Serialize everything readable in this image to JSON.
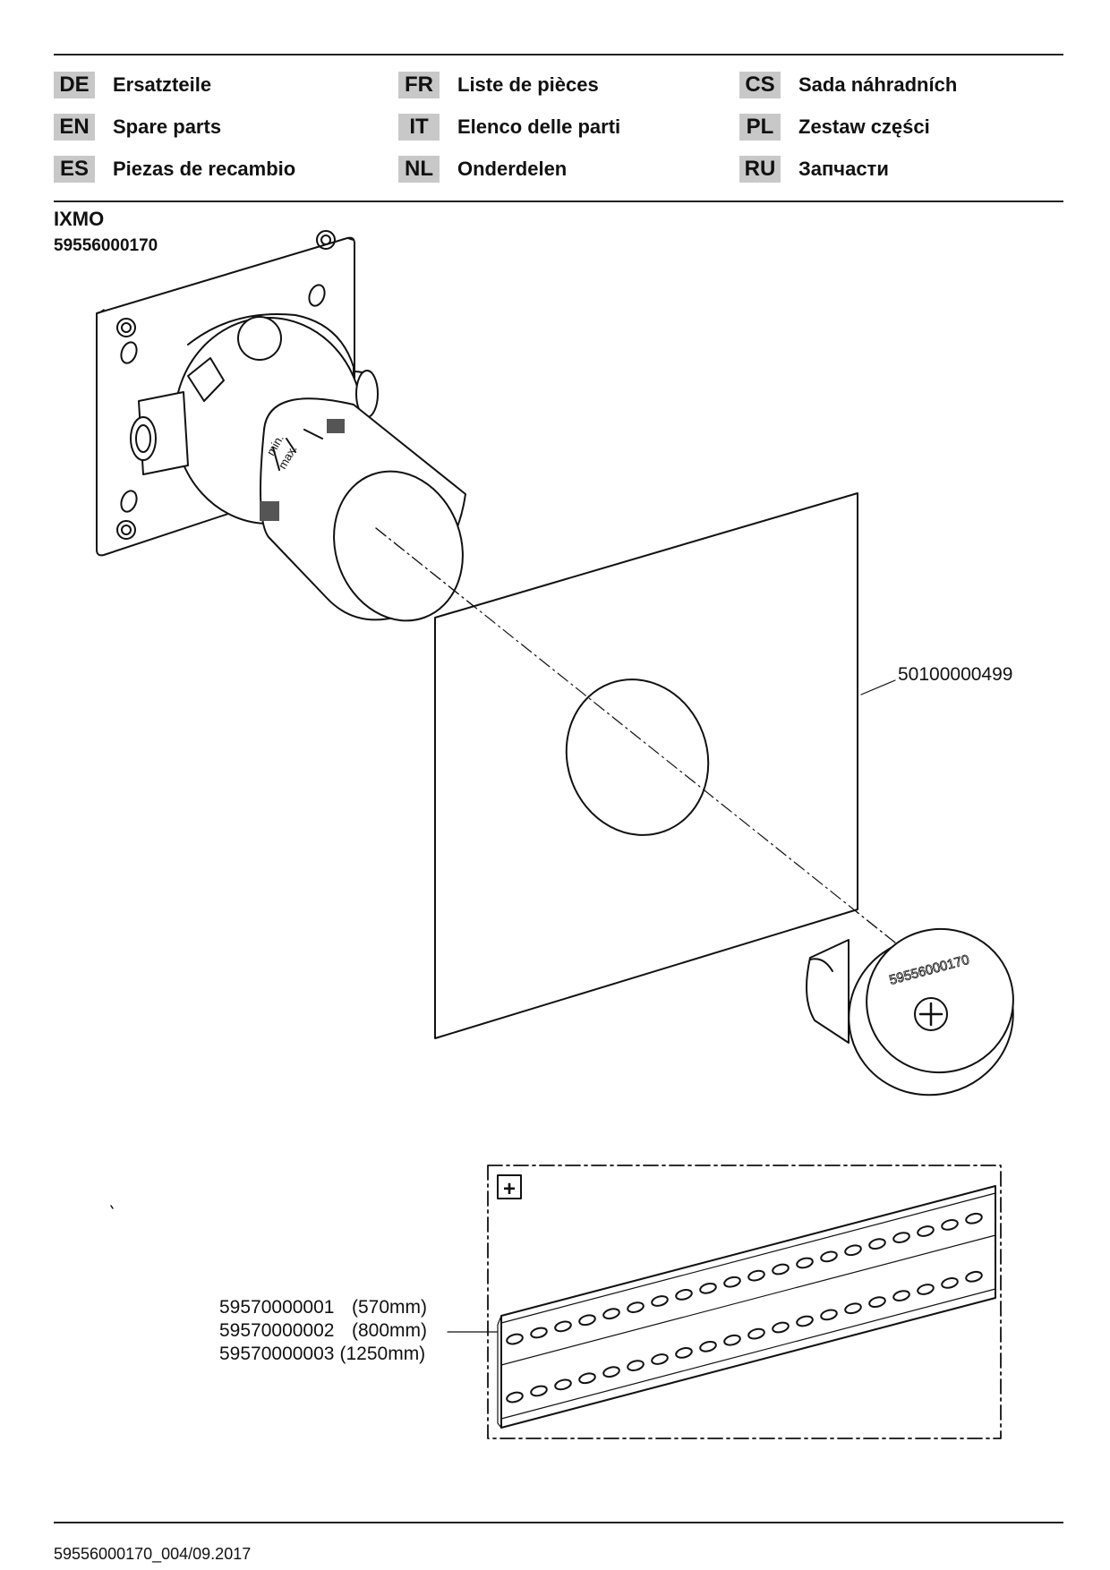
{
  "languages": [
    {
      "code": "DE",
      "label": "Ersatzteile"
    },
    {
      "code": "FR",
      "label": "Liste de pièces"
    },
    {
      "code": "CS",
      "label": "Sada náhradních"
    },
    {
      "code": "EN",
      "label": "Spare parts"
    },
    {
      "code": "IT",
      "label": "Elenco delle parti"
    },
    {
      "code": "PL",
      "label": "Zestaw części"
    },
    {
      "code": "ES",
      "label": "Piezas de recambio"
    },
    {
      "code": "NL",
      "label": "Onderdelen"
    },
    {
      "code": "RU",
      "label": "Запчасти"
    }
  ],
  "product": {
    "name": "IXMO",
    "number": "59556000170"
  },
  "callouts": {
    "panel": "50100000499",
    "cap_marking": "59556000170"
  },
  "rail_parts": [
    {
      "number": "59570000001",
      "length": "(570mm)"
    },
    {
      "number": "59570000002",
      "length": "(800mm)"
    },
    {
      "number": "59570000003",
      "length": "(1250mm)"
    }
  ],
  "detail_box": {
    "marker": "+"
  },
  "valve_scale": {
    "min": "min.",
    "max": "max."
  },
  "footer": "59556000170_004/09.2017"
}
